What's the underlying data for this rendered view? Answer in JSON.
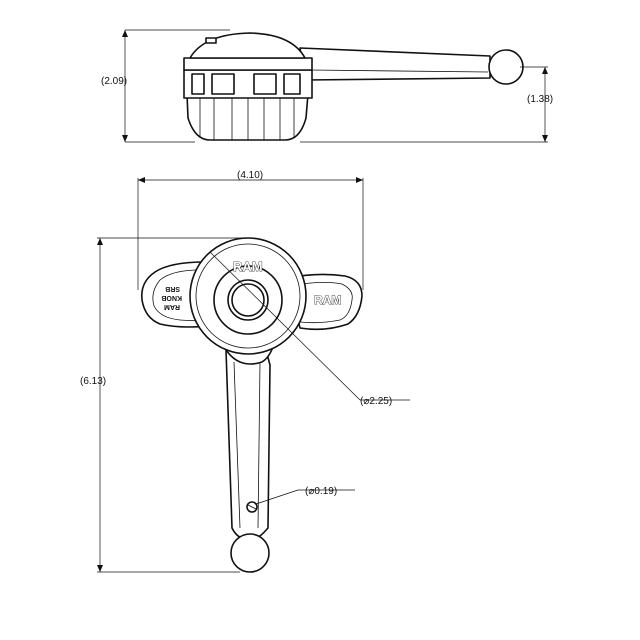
{
  "dimensions": {
    "overall_height": "(2.09)",
    "handle_height": "(1.38)",
    "width": "(4.10)",
    "length": "(6.13)",
    "knob_diameter": "(⌀2.25)",
    "hole_diameter": "(⌀0.19)"
  },
  "labels": {
    "brand_top": "RAM",
    "brand_right": "RAM",
    "side_text_1": "RAM",
    "side_text_2": "KNOB",
    "side_text_3": "SRB"
  }
}
